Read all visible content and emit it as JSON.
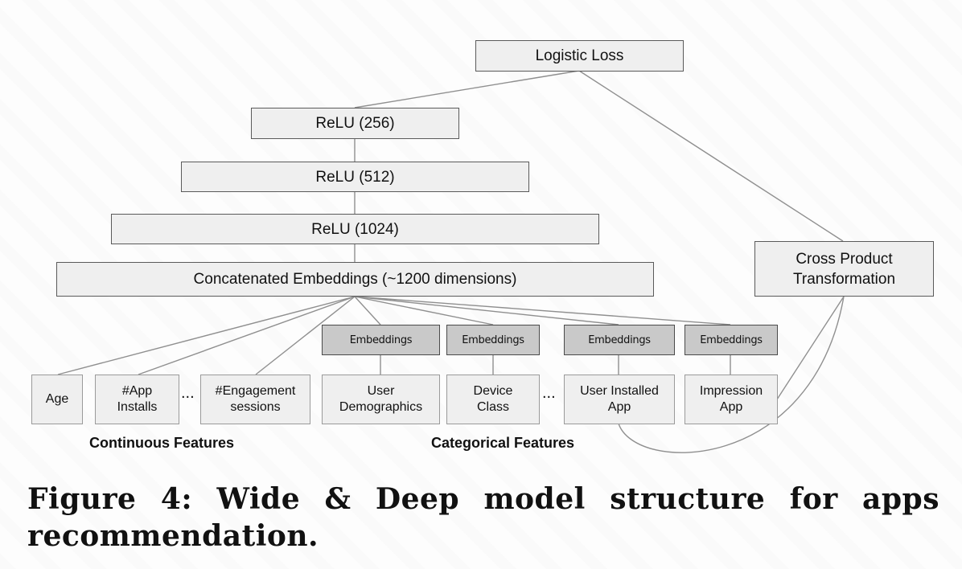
{
  "diagram": {
    "output": {
      "label": "Logistic Loss"
    },
    "deep_layers": [
      {
        "label": "ReLU (256)"
      },
      {
        "label": "ReLU (512)"
      },
      {
        "label": "ReLU (1024)"
      }
    ],
    "concat": {
      "label": "Concatenated Embeddings (~1200 dimensions)"
    },
    "wide": {
      "label_line1": "Cross Product",
      "label_line2": "Transformation"
    },
    "embeddings_label": "Embeddings",
    "continuous_features": [
      {
        "line1": "Age",
        "line2": ""
      },
      {
        "line1": "#App",
        "line2": "Installs"
      },
      {
        "line1": "#Engagement",
        "line2": "sessions"
      }
    ],
    "categorical_features": [
      {
        "line1": "User",
        "line2": "Demographics"
      },
      {
        "line1": "Device",
        "line2": "Class"
      },
      {
        "line1": "User Installed",
        "line2": "App"
      },
      {
        "line1": "Impression",
        "line2": "App"
      }
    ],
    "ellipsis": "...",
    "group_labels": {
      "continuous": "Continuous Features",
      "categorical": "Categorical Features"
    }
  },
  "caption": "Figure 4:  Wide & Deep model structure for apps recommendation.",
  "colors": {
    "box_fill": "#efefef",
    "embedding_fill": "#c9c9c9",
    "edge": "#8f8f8f"
  }
}
